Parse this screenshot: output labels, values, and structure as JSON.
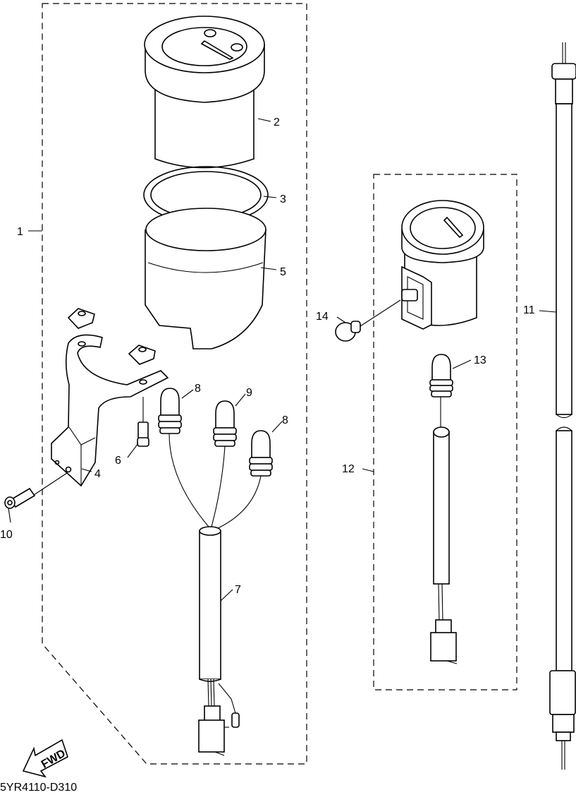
{
  "drawing_code": "5YR4110-D310",
  "fwd_label": "FWD",
  "callouts": {
    "c1": "1",
    "c2": "2",
    "c3": "3",
    "c4": "4",
    "c5": "5",
    "c6": "6",
    "c7": "7",
    "c8a": "8",
    "c8b": "8",
    "c9": "9",
    "c10": "10",
    "c11": "11",
    "c12": "12",
    "c13": "13",
    "c14": "14"
  }
}
